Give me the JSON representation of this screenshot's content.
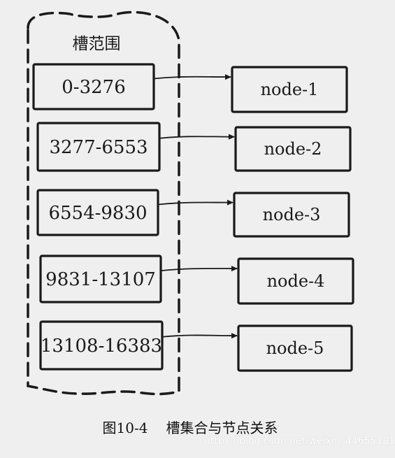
{
  "group_label": "槽范围",
  "slots": [
    {
      "range": "0-3276",
      "node": "node-1"
    },
    {
      "range": "3277-6553",
      "node": "node-2"
    },
    {
      "range": "6554-9830",
      "node": "node-3"
    },
    {
      "range": "9831-13107",
      "node": "node-4"
    },
    {
      "range": "13108-16383",
      "node": "node-5"
    }
  ],
  "caption": {
    "number": "图10-4",
    "title": "槽集合与节点关系"
  },
  "watermark": "https://blog.csdn.net/weixin_44655181",
  "colors": {
    "background": "#efefef",
    "stroke": "#1a1a1a"
  }
}
